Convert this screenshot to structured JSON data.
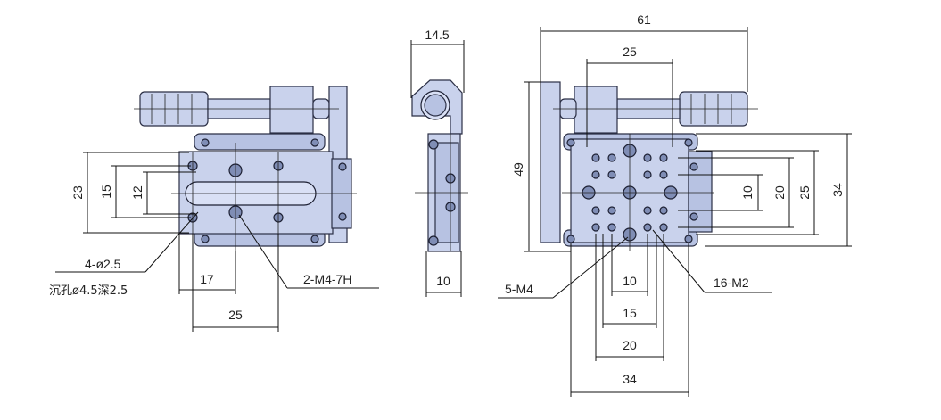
{
  "drawing": {
    "left_view": {
      "dims": {
        "d23": "23",
        "d15": "15",
        "d12": "12",
        "d17": "17",
        "d25": "25"
      },
      "callouts": {
        "holes": "4-ø2.5",
        "counterbore": "沉孔ø4.5深2.5",
        "tapped": "2-M4-7H"
      }
    },
    "side_view": {
      "dims": {
        "top": "14.5",
        "bottom": "10"
      }
    },
    "right_view": {
      "dims": {
        "d61": "61",
        "d25top": "25",
        "d49": "49",
        "d10r": "10",
        "d20r": "20",
        "d25r": "25",
        "d34r": "34",
        "d10b": "10",
        "d15b": "15",
        "d20b": "20",
        "d34b": "34"
      },
      "callouts": {
        "m4": "5-M4",
        "m2": "16-M2"
      }
    }
  },
  "colors": {
    "part_fill": "#c9d2ec",
    "part_stroke": "#2b2f45",
    "hole_fill": "#7f8db5"
  }
}
